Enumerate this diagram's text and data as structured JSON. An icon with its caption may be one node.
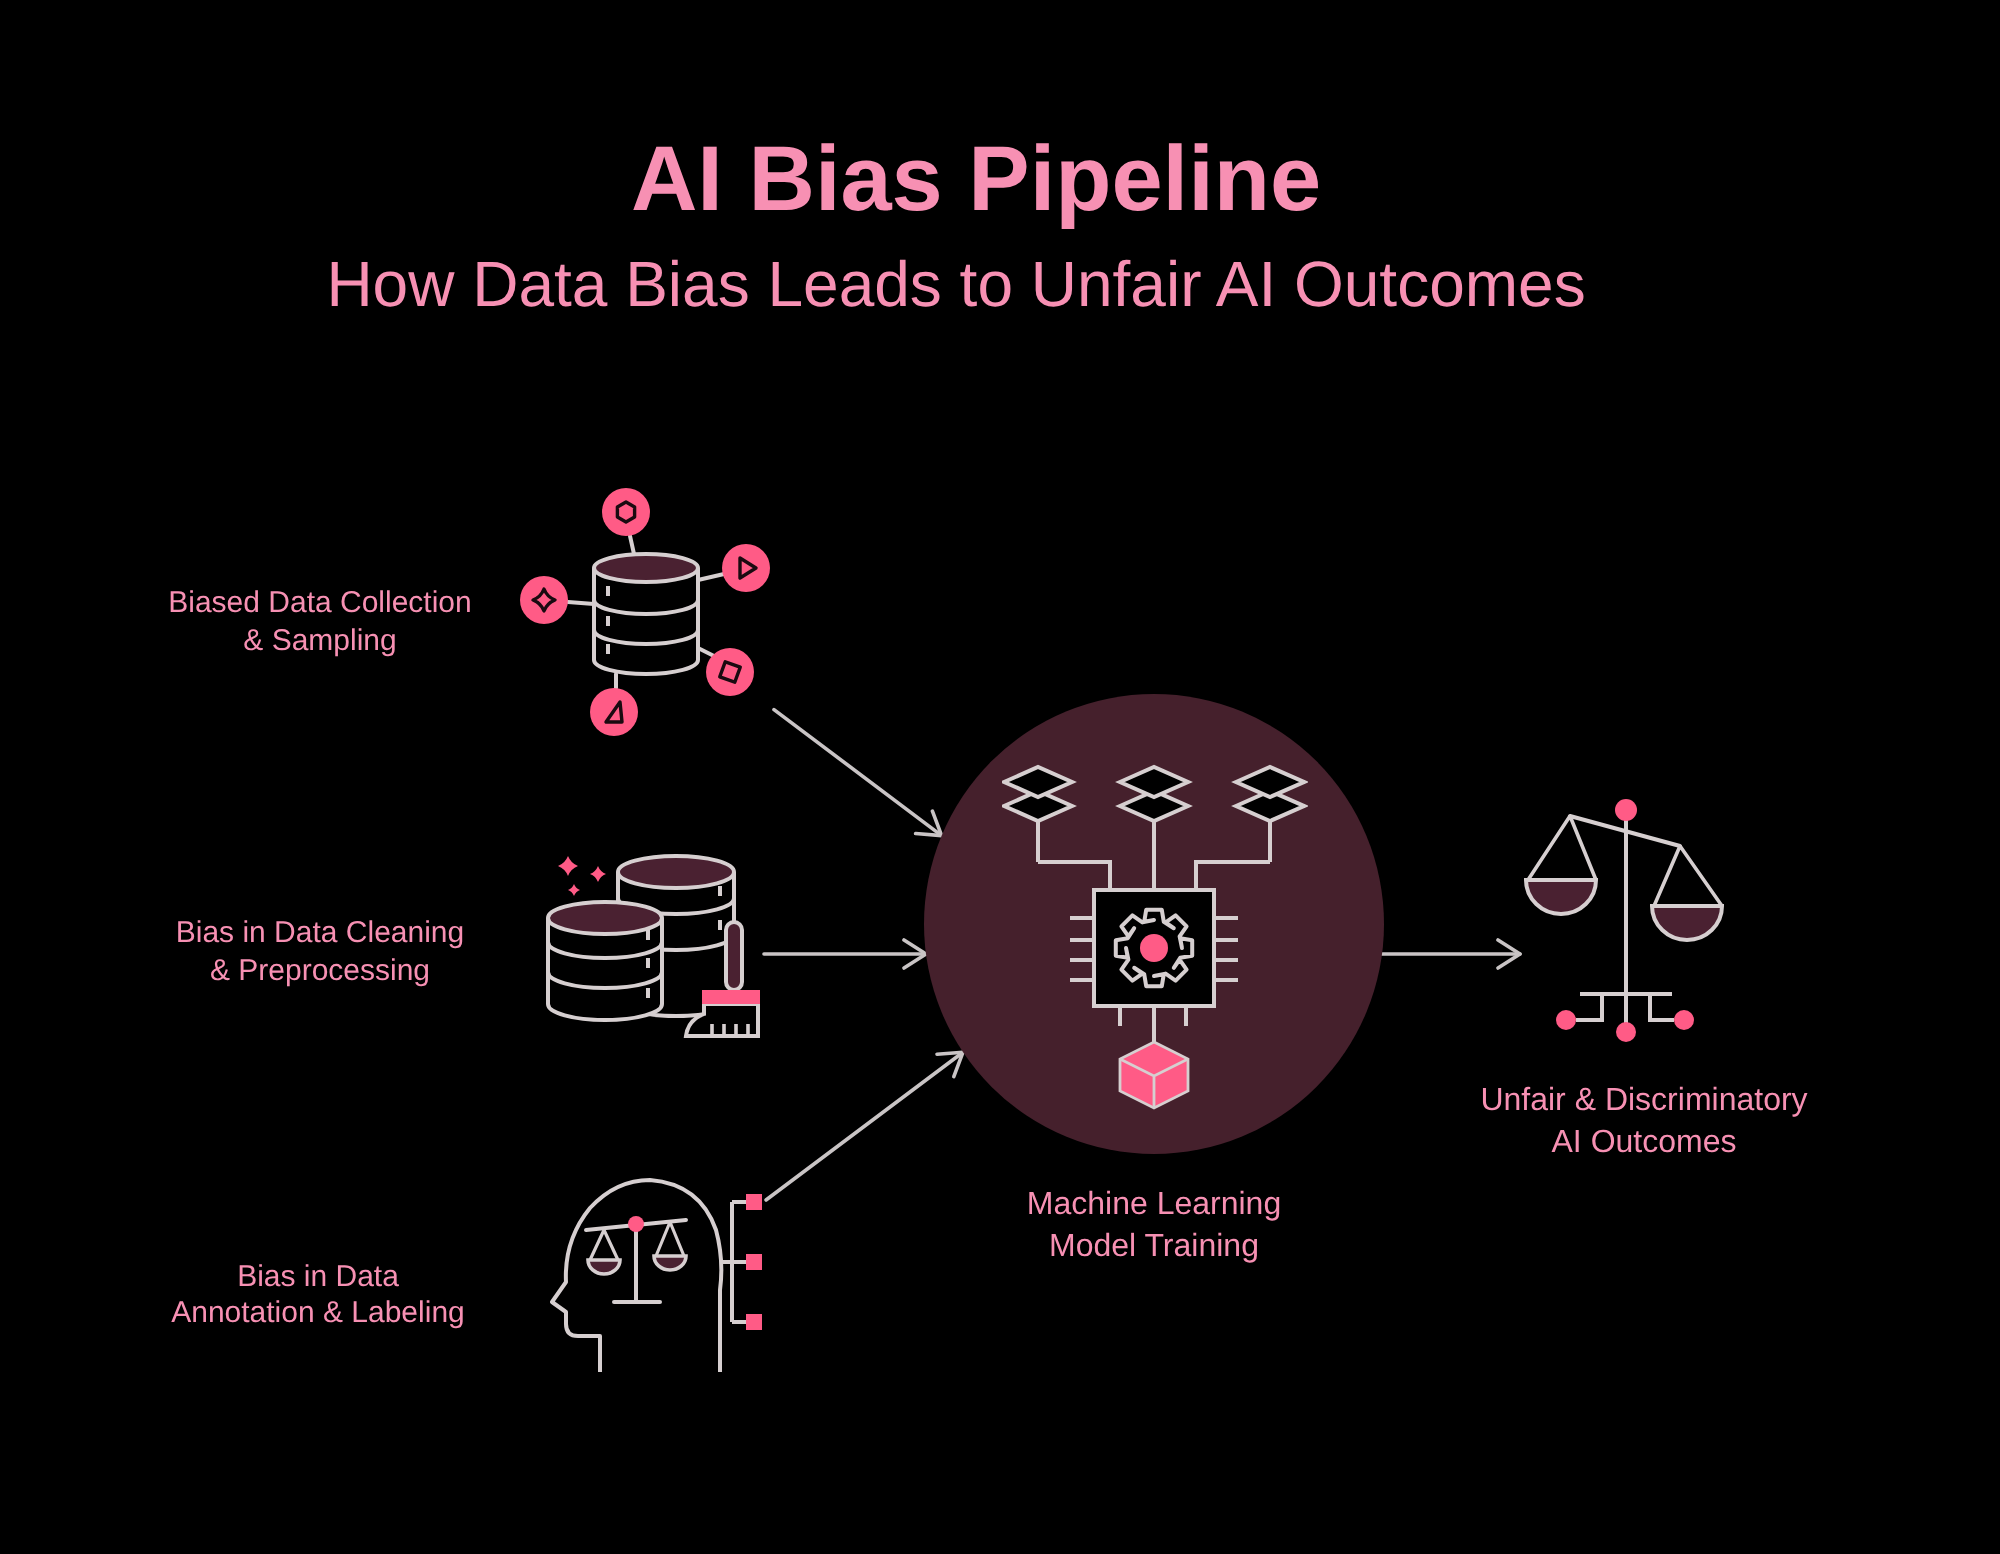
{
  "diagram": {
    "title": "AI Bias Pipeline",
    "nodes": [
      {
        "text": [],
        "shape": "picture",
        "beside": [
          "Biased Data Collection & Sampling"
        ]
      },
      {
        "text": [],
        "shape": "picture",
        "beside": [
          "Bias in Data Cleaning & Preprocessing"
        ]
      },
      {
        "text": [],
        "shape": "picture",
        "beside": [
          "Bias in Data Annotation & Labeling"
        ]
      },
      {
        "text": [],
        "shape": "circle",
        "beside": [
          "Machine Learning Model Training"
        ]
      },
      {
        "text": [],
        "shape": "picture",
        "beside": [
          "Unfair & Discriminatory AI Outcomes"
        ]
      }
    ],
    "edges": [
      {
        "from": 0,
        "to": 3,
        "arrow": "to"
      },
      {
        "from": 1,
        "to": 3,
        "arrow": "to"
      },
      {
        "from": 2,
        "to": 3,
        "arrow": "to"
      },
      {
        "from": 3,
        "to": 4,
        "arrow": "to"
      }
    ],
    "labels": [
      "How Data Bias Leads to Unfair AI Outcomes"
    ]
  }
}
